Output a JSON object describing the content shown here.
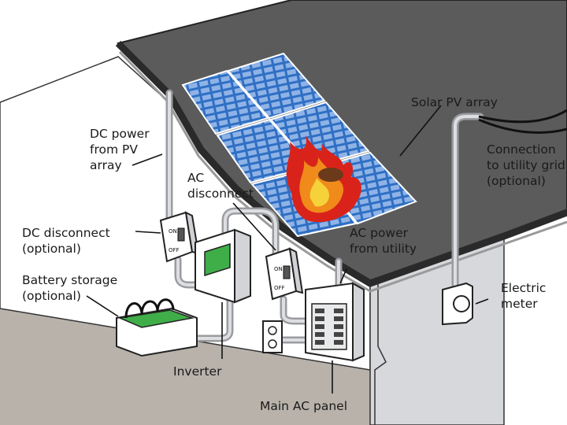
{
  "labels": {
    "dc_power": [
      "DC power",
      "from PV",
      "array"
    ],
    "ac_disconnect": [
      "AC",
      "disconnect"
    ],
    "solar_pv_array": "Solar PV array",
    "connection": [
      "Connection",
      "to utility grid",
      "(optional)"
    ],
    "dc_disconnect": [
      "DC disconnect",
      "(optional)"
    ],
    "ac_power": [
      "AC power",
      "from utility"
    ],
    "battery_storage": [
      "Battery storage",
      "(optional)"
    ],
    "electric_meter": [
      "Electric",
      "meter"
    ],
    "inverter": "Inverter",
    "main_ac_panel": "Main AC panel"
  },
  "switch_text": {
    "on": "ON",
    "off": "OFF"
  },
  "colors": {
    "roof": "#5b5b5b",
    "roof_edge": "#2a2a2a",
    "panel_blue": "#2f6fc4",
    "panel_cell": "#8fb3e6",
    "wall": "#ffffff",
    "garage_wall": "#d6d8dc",
    "ground": "#b8b2aa",
    "conduit": "#c9cbce",
    "battery_green": "#3fae49",
    "fire_orange": "#f08a1a",
    "fire_red": "#d9231a"
  }
}
